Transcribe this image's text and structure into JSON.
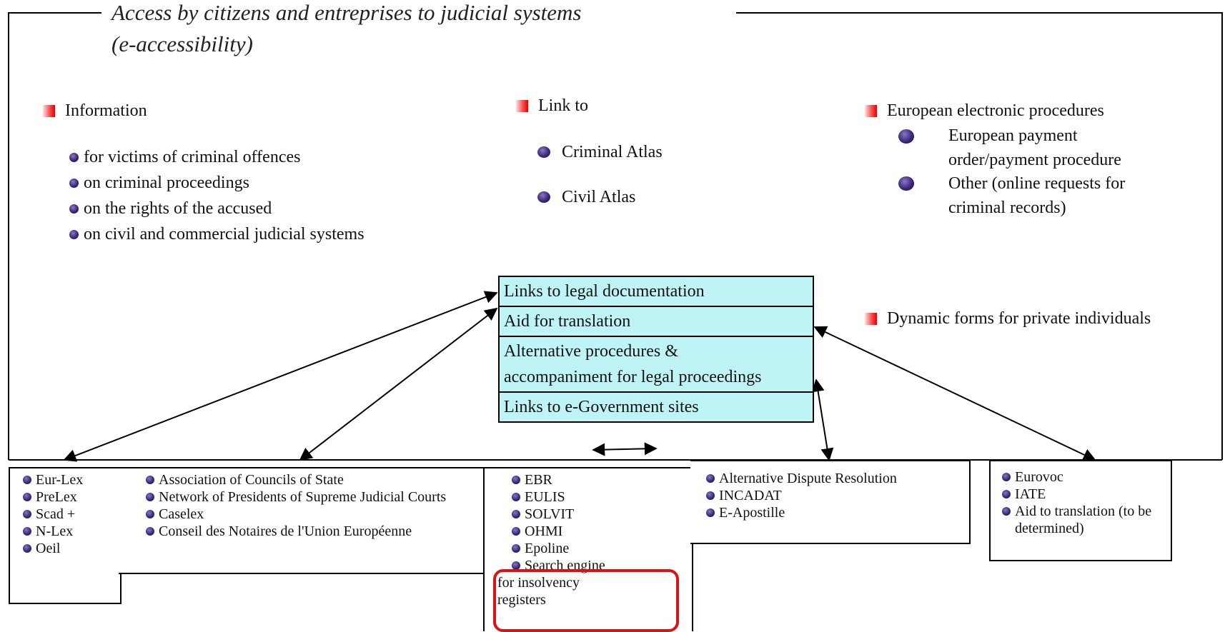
{
  "title": {
    "line1": "Access by citizens and entreprises to judicial systems",
    "line2": "(e-accessibility)"
  },
  "information": {
    "heading": "Information",
    "items": [
      "for victims of criminal offences",
      "on criminal proceedings",
      "on the rights of the accused",
      "on civil and commercial judicial systems"
    ]
  },
  "link_to": {
    "heading": "Link to",
    "items": [
      "Criminal Atlas",
      "Civil Atlas"
    ]
  },
  "european_procedures": {
    "heading": "European electronic procedures",
    "item1_line1": "European payment",
    "item1_line2": "order/payment procedure",
    "item2_line1": "Other (online requests for",
    "item2_line2": "criminal records)"
  },
  "dynamic_forms": {
    "heading": "Dynamic forms for private individuals"
  },
  "hub": {
    "cells": [
      "Links to legal documentation",
      "Aid for translation",
      "Alternative procedures & accompaniment for legal proceedings",
      "Links to e-Government sites"
    ]
  },
  "bottom_boxes": {
    "box1": [
      "Eur-Lex",
      "PreLex",
      "Scad +",
      "N-Lex",
      "Oeil"
    ],
    "box2": [
      "Association of Councils of State",
      "Network of Presidents of Supreme Judicial Courts",
      "Caselex",
      "Conseil des Notaires de l'Union Européenne"
    ],
    "box3": [
      "EBR",
      "EULIS",
      "SOLVIT",
      "OHMI",
      "Epoline"
    ],
    "box3_highlight_line1": "Search engine",
    "box3_highlight_line2": "for insolvency",
    "box3_highlight_line3": "registers",
    "box4": [
      "Alternative Dispute Resolution",
      "INCADAT",
      "E-Apostille"
    ],
    "box5": [
      "Eurovoc",
      "IATE",
      "Aid to translation (to be determined)"
    ]
  }
}
